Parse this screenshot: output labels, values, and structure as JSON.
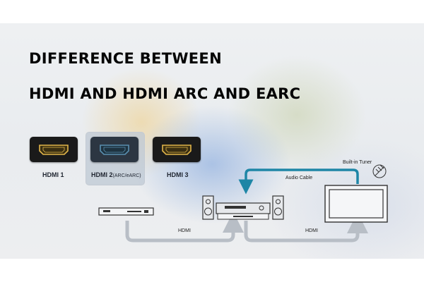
{
  "title": {
    "line1": "DIFFERENCE BETWEEN",
    "line2": "HDMI AND HDMI ARC AND EARC"
  },
  "ports": [
    {
      "label": "HDMI 1",
      "highlighted": false,
      "icon": "hdmi-port-icon"
    },
    {
      "label": "HDMI 2",
      "suffix": "(ARC/eARC)",
      "highlighted": true,
      "icon": "hdmi-port-icon"
    },
    {
      "label": "HDMI 3",
      "highlighted": false,
      "icon": "hdmi-port-icon"
    }
  ],
  "diagram": {
    "audio_cable_label": "Audio Cable",
    "tuner_label": "Built-in Tuner",
    "hdmi_label_left": "HDMI",
    "hdmi_label_right": "HDMI",
    "devices": [
      "source-player-icon",
      "speaker-icon",
      "av-receiver-icon",
      "speaker-icon",
      "tv-icon",
      "antenna-icon"
    ]
  },
  "colors": {
    "audio_arrow": "#1e86a6",
    "hdmi_arrow": "#b8bec6",
    "port_connector": "#e2b64a",
    "highlight_port_connector": "#5a8fb0"
  }
}
